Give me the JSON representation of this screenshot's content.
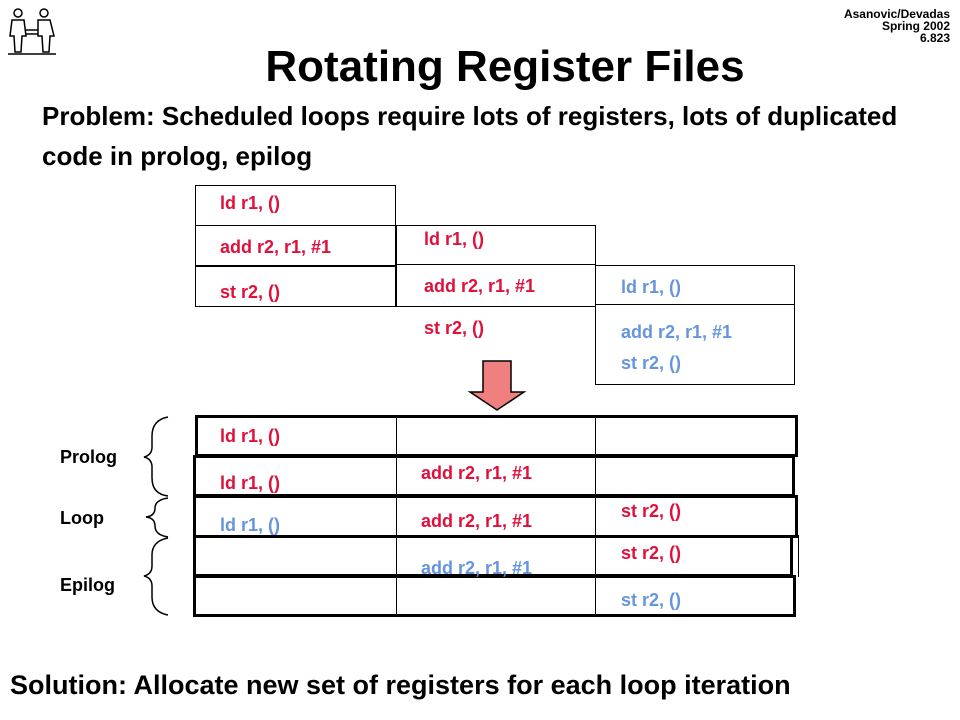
{
  "header": {
    "credit_line1": "Asanovic/Devadas",
    "credit_line2": "Spring 2002",
    "credit_line3": "6.823"
  },
  "title": "Rotating Register Files",
  "problem": "Problem: Scheduled loops require lots of registers, lots of duplicated code in prolog, epilog",
  "iterations": [
    {
      "ld": "ld r1, ()",
      "add": "add r2, r1, #1",
      "st": "st r2, ()",
      "color": "#e0103b"
    },
    {
      "ld": "ld r1, ()",
      "add": "add r2, r1, #1",
      "st": "st r2, ()",
      "color": "#e0103b"
    },
    {
      "ld": "ld r1, ()",
      "add": "add r2, r1, #1",
      "st": "st r2, ()",
      "color": "#6695dd"
    }
  ],
  "schedule": {
    "col1": [
      "ld r1, ()",
      "ld r1, ()",
      "ld r1, ()"
    ],
    "col2": [
      "add r2, r1, #1",
      "add r2, r1, #1",
      "add r2, r1, #1"
    ],
    "col3": [
      "st r2, ()",
      "st r2, ()",
      "st r2, ()"
    ]
  },
  "phases": {
    "prolog": "Prolog",
    "loop": "Loop",
    "epilog": "Epilog"
  },
  "solution": "Solution: Allocate new set of registers for each loop iteration",
  "colors": {
    "red": "#e0103b",
    "blue": "#6695dd",
    "arrow": "#f08080"
  }
}
